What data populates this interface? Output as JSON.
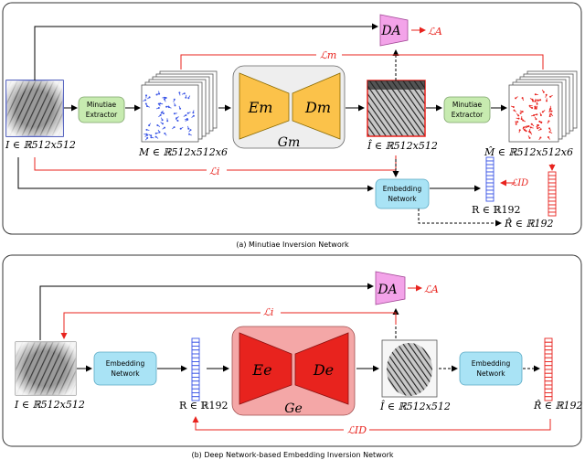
{
  "panel_a": {
    "caption": "(a) Minutiae Inversion Network",
    "input_label": "I ∈ ℝ512x512",
    "minutiae_extractor_label_1": "Minutiae",
    "minutiae_extractor_label_2": "Extractor",
    "minutiae_map_label": "M ∈ ℝ512x512x6",
    "generator_encoder": "Em",
    "generator_decoder": "Dm",
    "generator_name": "Gm",
    "reconstructed_label": "Î ∈ ℝ512x512",
    "reconstructed_minutiae_label": "M̂ ∈ ℝ512x512x6",
    "embedding_network_label_1": "Embedding",
    "embedding_network_label_2": "Network",
    "embedding_label": "R ∈ ℝ192",
    "reconstructed_embedding_label": "R̂ ∈ ℝ192",
    "discriminator": "DA",
    "loss_adv": "ℒA",
    "loss_minutiae": "ℒm",
    "loss_image": "ℒi",
    "loss_id": "ℒID"
  },
  "panel_b": {
    "caption": "(b) Deep Network-based Embedding Inversion Network",
    "input_label": "I ∈ ℝ512x512",
    "embedding_network_label_1": "Embedding",
    "embedding_network_label_2": "Network",
    "embedding_label": "R ∈ ℝ192",
    "generator_encoder": "Ee",
    "generator_decoder": "De",
    "generator_name": "Ge",
    "reconstructed_label": "Î ∈ ℝ512x512",
    "reconstructed_embedding_label": "R̂ ∈ ℝ192",
    "discriminator": "DA",
    "loss_adv": "ℒA",
    "loss_image": "ℒi",
    "loss_id": "ℒID"
  },
  "colors": {
    "loss_red": "#e8231e",
    "minutiae_box": "#c7ebb0",
    "embedding_box": "#a9e3f5",
    "generator_a_fill": "#fbc24a",
    "generator_a_bg": "#eeeeee",
    "generator_b_fill": "#e8231e",
    "generator_b_bg": "#f4a7a7",
    "discriminator": "#f3a3e9",
    "vector_blue": "#3a55e6",
    "vector_red": "#e8231e"
  }
}
